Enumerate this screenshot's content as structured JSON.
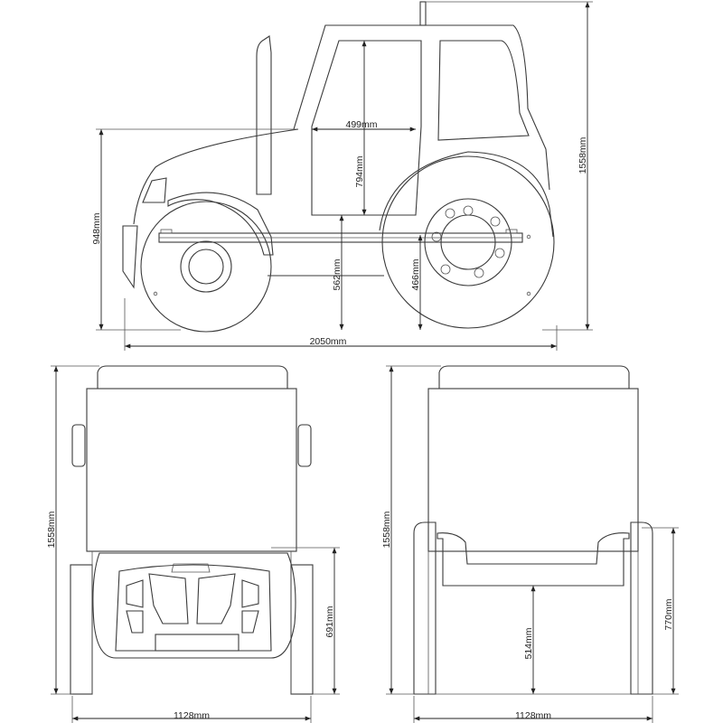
{
  "side_view": {
    "width_label": "2050mm",
    "total_height_label": "1558mm",
    "hood_height_label": "948mm",
    "window_width_label": "499mm",
    "window_height_label": "794mm",
    "front_rail_height_label": "562mm",
    "rear_rail_height_label": "466mm"
  },
  "front_view": {
    "width_label": "1128mm",
    "height_label": "1558mm",
    "grille_height_label": "691mm"
  },
  "back_view": {
    "width_label": "1128mm",
    "height_label": "1558mm",
    "inner_height_label": "514mm",
    "side_height_label": "770mm"
  }
}
